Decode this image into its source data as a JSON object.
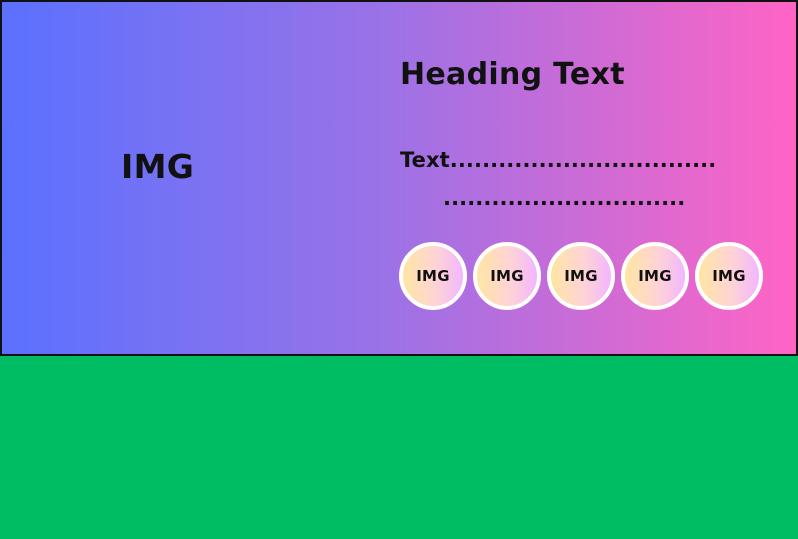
{
  "colors": {
    "page_background": "#00bc62",
    "gradient_left": "#5a71ff",
    "gradient_right": "#ff64c4",
    "text": "#111111",
    "thumb_border": "#ffffff"
  },
  "hero": {
    "image_label": "IMG",
    "heading": "Heading  Text",
    "text_line_1": "Text.................................",
    "text_line_2": "..............................",
    "thumbnails": [
      {
        "label": "IMG"
      },
      {
        "label": "IMG"
      },
      {
        "label": "IMG"
      },
      {
        "label": "IMG"
      },
      {
        "label": "IMG"
      }
    ]
  }
}
